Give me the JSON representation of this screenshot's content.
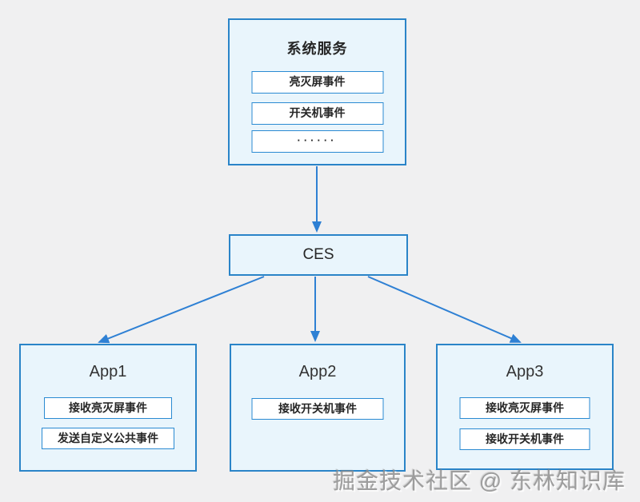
{
  "colors": {
    "background": "#f0f0f1",
    "box-fill": "#e9f5fc",
    "box-border": "#2a84c8",
    "event-fill": "#ffffff",
    "event-border": "#2a8ad2",
    "arrow": "#2e80d4",
    "text": "#262626",
    "watermark": "#8f8f8f"
  },
  "system_service": {
    "title": "系统服务",
    "events": [
      "亮灭屏事件",
      "开关机事件",
      "······"
    ]
  },
  "ces": {
    "title": "CES"
  },
  "apps": [
    {
      "title": "App1",
      "events": [
        "接收亮灭屏事件",
        "发送自定义公共事件"
      ]
    },
    {
      "title": "App2",
      "events": [
        "接收开关机事件"
      ]
    },
    {
      "title": "App3",
      "events": [
        "接收亮灭屏事件",
        "接收开关机事件"
      ]
    }
  ],
  "watermark": "掘金技术社区 @ 东林知识库"
}
